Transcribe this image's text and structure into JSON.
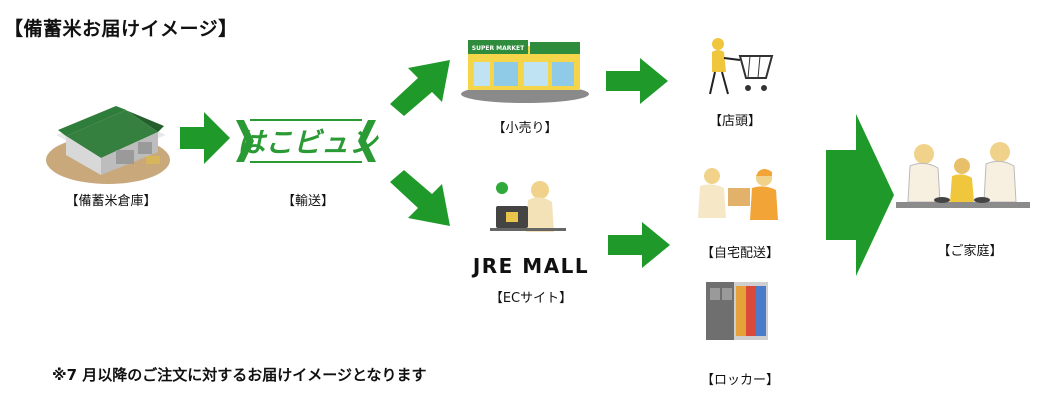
{
  "title": "【備蓄米お届けイメージ】",
  "nodes": {
    "warehouse": "【備蓄米倉庫】",
    "transport": "【輸送】",
    "retail": "【小売り】",
    "store": "【店頭】",
    "ec_site": "【ECサイト】",
    "home_delivery": "【自宅配送】",
    "locker": "【ロッカー】",
    "home": "【ご家庭】"
  },
  "logos": {
    "hakobyun": "はこビュン",
    "jre_mall": "JRE MALL",
    "supermarket_sign": "SUPER MARKET"
  },
  "note": "※7 月以降のご注文に対するお届けイメージとなります",
  "colors": {
    "arrow": "#1f9a2a",
    "hako_green": "#2a9a35",
    "roof_green": "#2f7d3a"
  }
}
